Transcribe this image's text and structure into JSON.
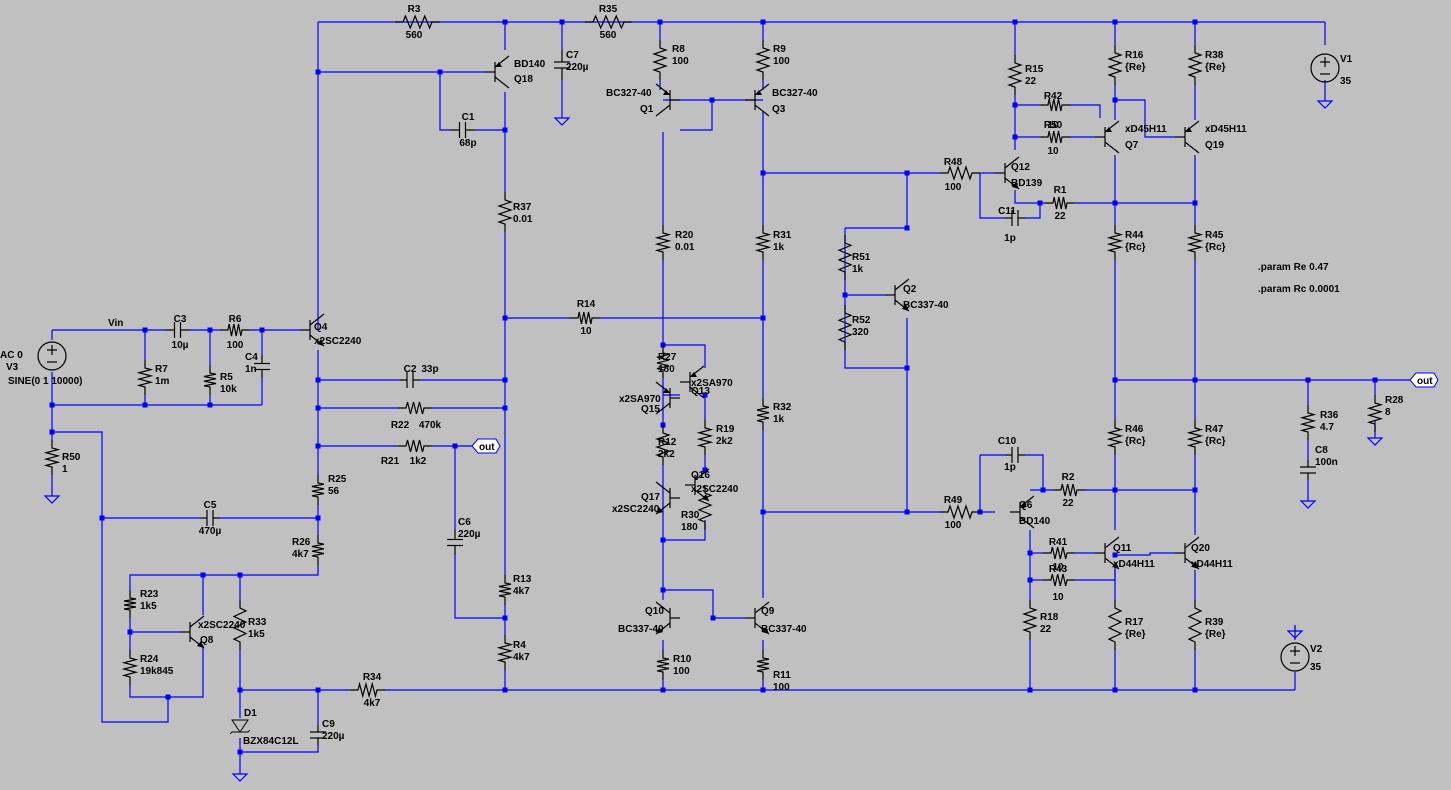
{
  "params": {
    "re": ".param Re 0.47",
    "rc": ".param Rc 0.0001"
  },
  "nets": {
    "vin": "Vin",
    "out1": "out",
    "out2": "out"
  },
  "sources": [
    {
      "id": "v1",
      "label_top": "",
      "name": "V1",
      "value": "35"
    },
    {
      "id": "v2",
      "label_top": "",
      "name": "V2",
      "value": "35"
    },
    {
      "id": "v3",
      "label_top": "AC 0",
      "name": "V3",
      "value": "SINE(0 1 10000)"
    }
  ],
  "resistors": [
    {
      "id": "r3",
      "name": "R3",
      "value": "560"
    },
    {
      "id": "r35",
      "name": "R35",
      "value": "560"
    },
    {
      "id": "r8",
      "name": "R8",
      "value": "100"
    },
    {
      "id": "r9",
      "name": "R9",
      "value": "100"
    },
    {
      "id": "r15",
      "name": "R15",
      "value": "22"
    },
    {
      "id": "r16",
      "name": "R16",
      "value": "{Re}"
    },
    {
      "id": "r38",
      "name": "R38",
      "value": "{Re}"
    },
    {
      "id": "r42",
      "name": "R42",
      "value": "10"
    },
    {
      "id": "r50a",
      "name": "R50",
      "value": "10"
    },
    {
      "id": "r37",
      "name": "R37",
      "value": "0.01"
    },
    {
      "id": "r20",
      "name": "R20",
      "value": "0.01"
    },
    {
      "id": "r31",
      "name": "R31",
      "value": "1k"
    },
    {
      "id": "r48",
      "name": "R48",
      "value": "100"
    },
    {
      "id": "r1",
      "name": "R1",
      "value": "22"
    },
    {
      "id": "r44",
      "name": "R44",
      "value": "{Rc}"
    },
    {
      "id": "r45",
      "name": "R45",
      "value": "{Rc}"
    },
    {
      "id": "r51",
      "name": "R51",
      "value": "1k"
    },
    {
      "id": "r52",
      "name": "R52",
      "value": "320"
    },
    {
      "id": "r6",
      "name": "R6",
      "value": "100"
    },
    {
      "id": "r7",
      "name": "R7",
      "value": "1m"
    },
    {
      "id": "r5",
      "name": "R5",
      "value": "10k"
    },
    {
      "id": "r14",
      "name": "R14",
      "value": "10"
    },
    {
      "id": "r27",
      "name": "R27",
      "value": "180"
    },
    {
      "id": "r22",
      "name": "R22",
      "value": "470k"
    },
    {
      "id": "r32",
      "name": "R32",
      "value": "1k"
    },
    {
      "id": "r19",
      "name": "R19",
      "value": "2k2"
    },
    {
      "id": "r12",
      "name": "R12",
      "value": "2k2"
    },
    {
      "id": "r21",
      "name": "R21",
      "value": "1k2"
    },
    {
      "id": "r50",
      "name": "R50",
      "value": "1"
    },
    {
      "id": "r36",
      "name": "R36",
      "value": "4.7"
    },
    {
      "id": "r28",
      "name": "R28",
      "value": "8"
    },
    {
      "id": "r46",
      "name": "R46",
      "value": "{Rc}"
    },
    {
      "id": "r47",
      "name": "R47",
      "value": "{Rc}"
    },
    {
      "id": "r25",
      "name": "R25",
      "value": "56"
    },
    {
      "id": "r30",
      "name": "R30",
      "value": "180"
    },
    {
      "id": "r2",
      "name": "R2",
      "value": "22"
    },
    {
      "id": "r49",
      "name": "R49",
      "value": "100"
    },
    {
      "id": "r26",
      "name": "R26",
      "value": "4k7"
    },
    {
      "id": "r41",
      "name": "R41",
      "value": "10"
    },
    {
      "id": "r43",
      "name": "R43",
      "value": "10"
    },
    {
      "id": "r13",
      "name": "R13",
      "value": "4k7"
    },
    {
      "id": "r23",
      "name": "R23",
      "value": "1k5"
    },
    {
      "id": "r33",
      "name": "R33",
      "value": "1k5"
    },
    {
      "id": "r18",
      "name": "R18",
      "value": "22"
    },
    {
      "id": "r17",
      "name": "R17",
      "value": "{Re}"
    },
    {
      "id": "r39",
      "name": "R39",
      "value": "{Re}"
    },
    {
      "id": "r24",
      "name": "R24",
      "value": "19k845"
    },
    {
      "id": "r4",
      "name": "R4",
      "value": "4k7"
    },
    {
      "id": "r10",
      "name": "R10",
      "value": "100"
    },
    {
      "id": "r11",
      "name": "R11",
      "value": "100"
    },
    {
      "id": "r34",
      "name": "R34",
      "value": "4k7"
    }
  ],
  "capacitors": [
    {
      "id": "c7",
      "name": "C7",
      "value": "220µ"
    },
    {
      "id": "c1",
      "name": "C1",
      "value": "68p"
    },
    {
      "id": "c3",
      "name": "C3",
      "value": "10µ"
    },
    {
      "id": "c4",
      "name": "C4",
      "value": "1n"
    },
    {
      "id": "c2",
      "name": "C2",
      "value": "33p"
    },
    {
      "id": "c11",
      "name": "C11",
      "value": "1p"
    },
    {
      "id": "c10",
      "name": "C10",
      "value": "1p"
    },
    {
      "id": "c5",
      "name": "C5",
      "value": "470µ"
    },
    {
      "id": "c6",
      "name": "C6",
      "value": "220µ"
    },
    {
      "id": "c8",
      "name": "C8",
      "value": "100n"
    },
    {
      "id": "c9",
      "name": "C9",
      "value": "220µ"
    }
  ],
  "transistors": [
    {
      "id": "q18",
      "name": "Q18",
      "model": "BD140"
    },
    {
      "id": "q1",
      "name": "Q1",
      "model": "BC327-40"
    },
    {
      "id": "q3",
      "name": "Q3",
      "model": "BC327-40"
    },
    {
      "id": "q12",
      "name": "Q12",
      "model": "BD139"
    },
    {
      "id": "q7",
      "name": "Q7",
      "model": "xD45H11"
    },
    {
      "id": "q19",
      "name": "Q19",
      "model": "xD45H11"
    },
    {
      "id": "q4",
      "name": "Q4",
      "model": "x2SC2240"
    },
    {
      "id": "q2",
      "name": "Q2",
      "model": "BC337-40"
    },
    {
      "id": "q13",
      "name": "Q13",
      "model": "x2SA970"
    },
    {
      "id": "q15",
      "name": "Q15",
      "model": "x2SA970"
    },
    {
      "id": "q16",
      "name": "Q16",
      "model": "x2SC2240"
    },
    {
      "id": "q17",
      "name": "Q17",
      "model": "x2SC2240"
    },
    {
      "id": "q6",
      "name": "Q6",
      "model": "BD140"
    },
    {
      "id": "q11",
      "name": "Q11",
      "model": "xD44H11"
    },
    {
      "id": "q20",
      "name": "Q20",
      "model": "xD44H11"
    },
    {
      "id": "q8",
      "name": "Q8",
      "model": "x2SC2240"
    },
    {
      "id": "q10",
      "name": "Q10",
      "model": "BC337-40"
    },
    {
      "id": "q9",
      "name": "Q9",
      "model": "BC337-40"
    }
  ],
  "diodes": [
    {
      "id": "d1",
      "name": "D1",
      "model": "BZX84C12L"
    }
  ]
}
